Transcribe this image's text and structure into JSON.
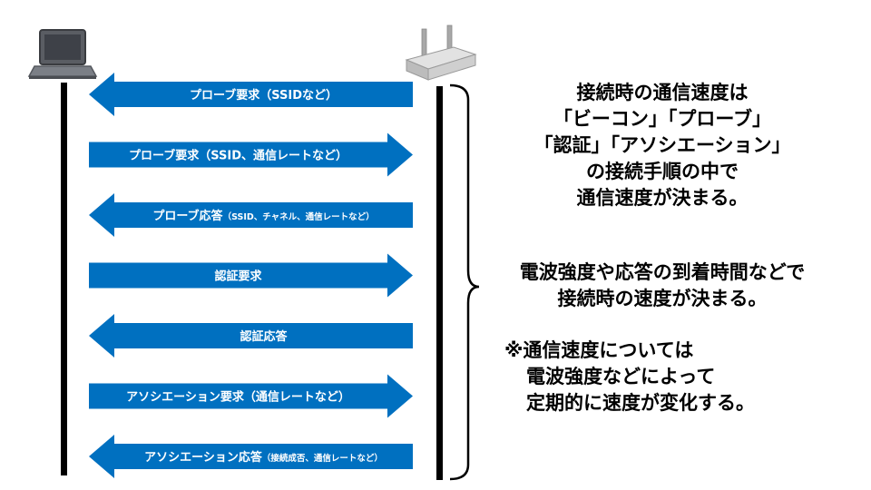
{
  "colors": {
    "arrow": "#0070c0",
    "lifeline": "#000000",
    "text": "#000000"
  },
  "devices": {
    "client_icon": "laptop-icon",
    "ap_icon": "wireless-router-icon"
  },
  "messages": [
    {
      "label": "プローブ要求（SSIDなど）",
      "direction": "left"
    },
    {
      "label": "プローブ要求（SSID、通信レートなど）",
      "direction": "right"
    },
    {
      "label_main": "プローブ応答",
      "label_sub": "（SSID、チャネル、通信レートなど）",
      "direction": "left"
    },
    {
      "label": "認証要求",
      "direction": "right"
    },
    {
      "label": "認証応答",
      "direction": "left"
    },
    {
      "label": "アソシエーション要求（通信レートなど）",
      "direction": "right"
    },
    {
      "label_main": "アソシエーション応答",
      "label_sub": "（接続成否、通信レートなど）",
      "direction": "left"
    }
  ],
  "summary_lines": [
    "接続時の通信速度は",
    "「ビーコン」「プローブ」",
    "「認証」「アソシエーション」",
    "の接続手順の中で",
    "通信速度が決まる。"
  ],
  "detail_lines": [
    "電波強度や応答の到着時間などで",
    "接続時の速度が決まる。"
  ],
  "note_lines": [
    "※通信速度については",
    "電波強度などによって",
    "定期的に速度が変化する。"
  ]
}
